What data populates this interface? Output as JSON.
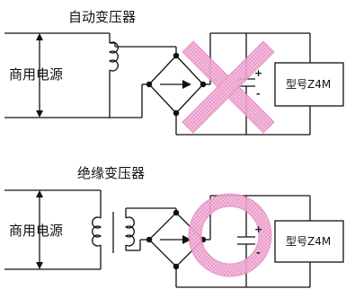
{
  "auto": {
    "title": "自动变压器",
    "source_label": "商用电源",
    "plus": "+",
    "minus": "-",
    "model": "型号Z4M",
    "mark": "cross"
  },
  "iso": {
    "title": "绝缘变压器",
    "source_label": "商用电源",
    "plus": "+",
    "minus": "-",
    "model": "型号Z4M",
    "mark": "circle"
  },
  "colors": {
    "line": "#111111",
    "mark_fill": "#f2a6cf",
    "mark_stroke": "#e58ac0"
  }
}
